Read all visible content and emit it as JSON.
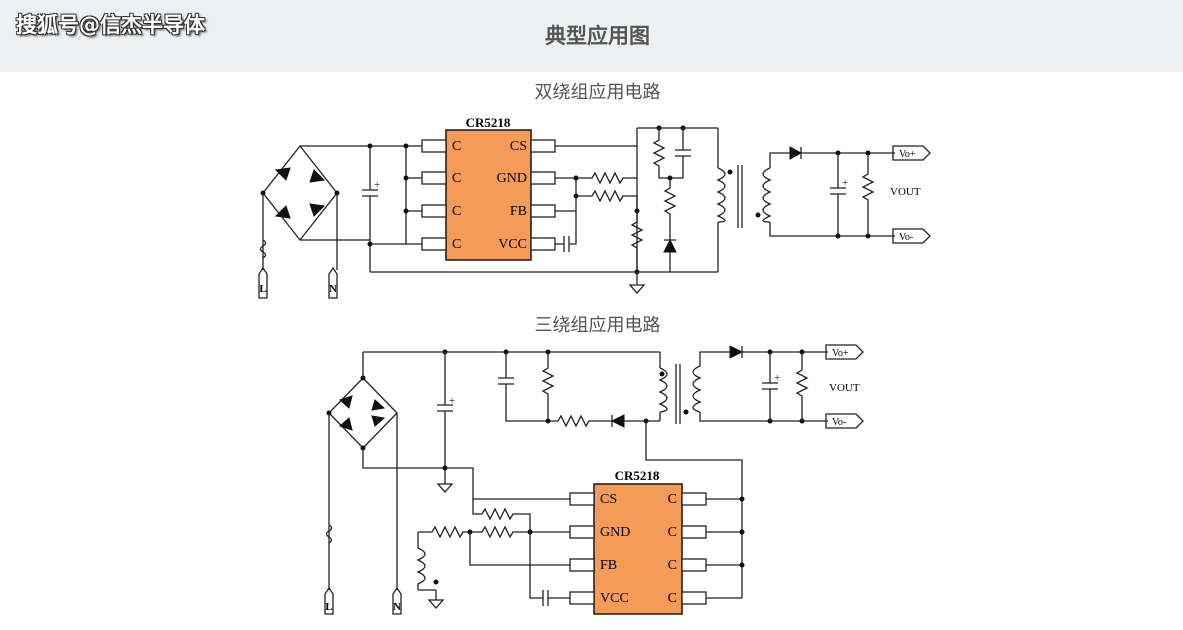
{
  "watermark": "搜狐号@信杰半导体",
  "header": {
    "title": "典型应用图"
  },
  "diagrams": [
    {
      "title": "双绕组应用电路",
      "chip_name": "CR5218",
      "left_pins": [
        "C",
        "C",
        "C",
        "C"
      ],
      "right_pins": [
        "CS",
        "GND",
        "FB",
        "VCC"
      ],
      "out_pos": "Vo+",
      "out_neg": "Vo-",
      "vout": "VOUT",
      "line": "L",
      "neutral": "N"
    },
    {
      "title": "三绕组应用电路",
      "chip_name": "CR5218",
      "left_pins": [
        "CS",
        "GND",
        "FB",
        "VCC"
      ],
      "right_pins": [
        "C",
        "C",
        "C",
        "C"
      ],
      "out_pos": "Vo+",
      "out_neg": "Vo-",
      "vout": "VOUT",
      "line": "L",
      "neutral": "N"
    }
  ]
}
